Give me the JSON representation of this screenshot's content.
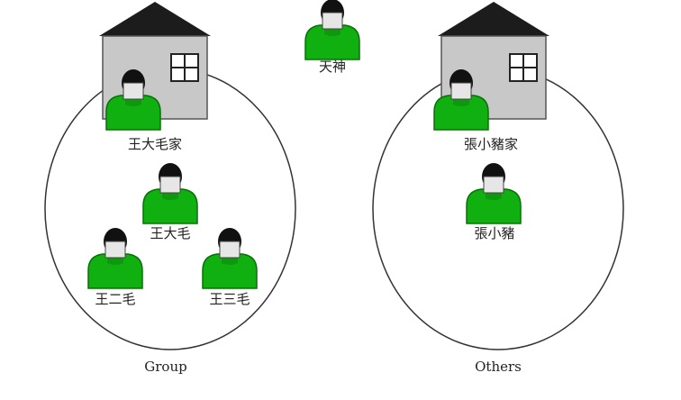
{
  "colors": {
    "person_fill": "#10b010",
    "person_dark": "#0a6e0a",
    "face": "#e6e6e6",
    "hair": "#111111",
    "house_wall": "#c8c8c8",
    "roof": "#1c1c1c",
    "ellipse_stroke": "#333333"
  },
  "icons": {
    "person": "person-icon",
    "house": "house-icon",
    "window": "window-icon"
  },
  "labels": {
    "root": "天神",
    "wang_home": "王大毛家",
    "wang_1": "王大毛",
    "wang_2": "王二毛",
    "wang_3": "王三毛",
    "zhang_home": "張小豬家",
    "zhang_1": "張小豬",
    "group": "Group",
    "others": "Others"
  }
}
